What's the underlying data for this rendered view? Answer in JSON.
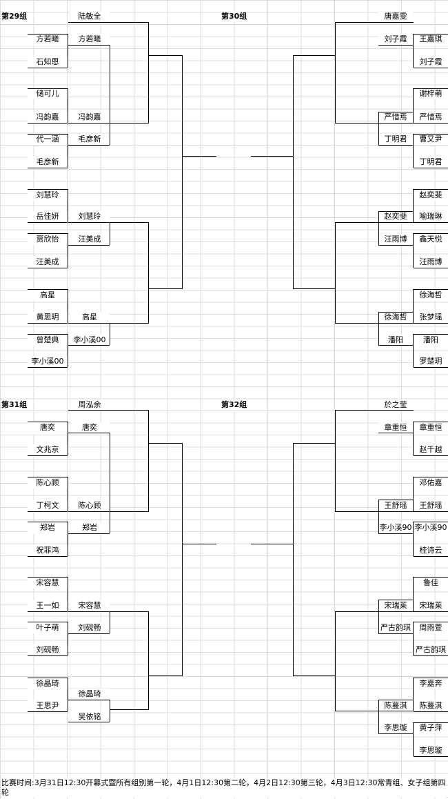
{
  "groups": {
    "g29": {
      "title": "第29组",
      "r1": [
        "方若曦",
        "石知恩",
        "储可儿",
        "冯韵嘉",
        "代一涵",
        "毛彦新",
        "刘慧玲",
        "岳佳妍",
        "贾欣怡",
        "汪美成",
        "高星",
        "黄思玥",
        "曾楚典",
        "李小溪00"
      ],
      "r2": [
        "陆敏全",
        "方若曦",
        "冯韵嘉",
        "毛彦新",
        "刘慧玲",
        "汪美成",
        "高星",
        "李小溪00"
      ]
    },
    "g30": {
      "title": "第30组",
      "r1": [
        "王嘉琪",
        "刘子霞",
        "谢梓萌",
        "严惜焉",
        "曹又尹",
        "丁明君",
        "赵奕斐",
        "喻瑞琳",
        "鑫天悦",
        "汪雨博",
        "徐海哲",
        "张梦瑶",
        "潘阳",
        "罗楚玥"
      ],
      "r2": [
        "唐嘉雯",
        "刘子霞",
        "严惜焉",
        "丁明君",
        "赵奕斐",
        "汪雨博",
        "徐海哲",
        "潘阳"
      ]
    },
    "g31": {
      "title": "第31组",
      "r1": [
        "唐奕",
        "文兆京",
        "陈心顾",
        "丁柯文",
        "郑岩",
        "祝菲鸿",
        "宋容慧",
        "王一如",
        "叶子萌",
        "刘砚畅",
        "徐晶琦",
        "王思尹"
      ],
      "r2": [
        "周泓余",
        "唐奕",
        "陈心顾",
        "郑岩",
        "宋容慧",
        "刘砚畅",
        "徐晶琦",
        "吴依铭"
      ]
    },
    "g32": {
      "title": "第32组",
      "r1": [
        "章重恒",
        "赵千越",
        "邓佑嘉",
        "王舒瑶",
        "李小溪90",
        "桂诗云",
        "鲁佳",
        "宋瑞莱",
        "周雨萱",
        "严古韵琪",
        "李嘉奔",
        "陈蔓淇",
        "黄子萍",
        "李思璇"
      ],
      "r2": [
        "於之莹",
        "章重恒",
        "王舒瑶",
        "李小溪90",
        "宋瑞莱",
        "严古韵琪",
        "陈蔓淇",
        "李思璇"
      ]
    }
  },
  "footer": "比赛时间:3月31日12:30开幕式暨所有组别第一轮，4月1日12:30第二轮，4月2日12:30第三轮，4月3日12:30常青组、女子组第四轮"
}
